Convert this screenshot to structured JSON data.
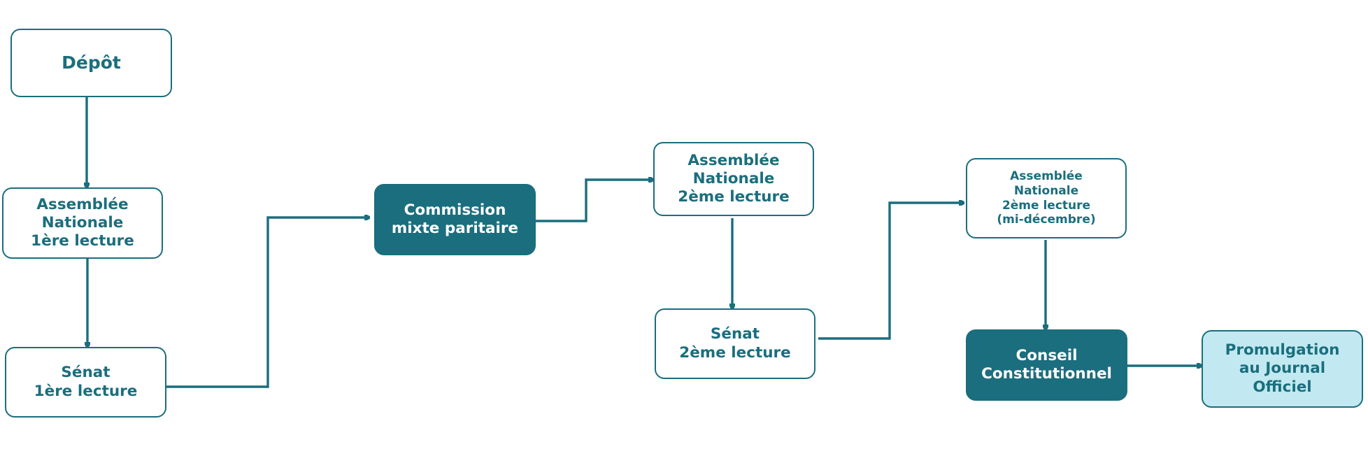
{
  "nodes": {
    "depot": "Dépôt",
    "an_1": "Assemblée\nNationale\n1ère lecture",
    "senat_1": "Sénat\n1ère lecture",
    "cmp": "Commission\nmixte paritaire",
    "an_2": "Assemblée\nNationale\n2ème lecture",
    "senat_2": "Sénat\n2ème lecture",
    "an_2_dec": "Assemblée\nNationale\n2ème lecture\n(mi-décembre)",
    "conseil": "Conseil\nConstitutionnel",
    "promulgation": "Promulgation\nau Journal\nOfficiel"
  },
  "colors": {
    "teal": "#1b6e7d",
    "light_fill": "#c2e9f1",
    "white": "#ffffff"
  }
}
